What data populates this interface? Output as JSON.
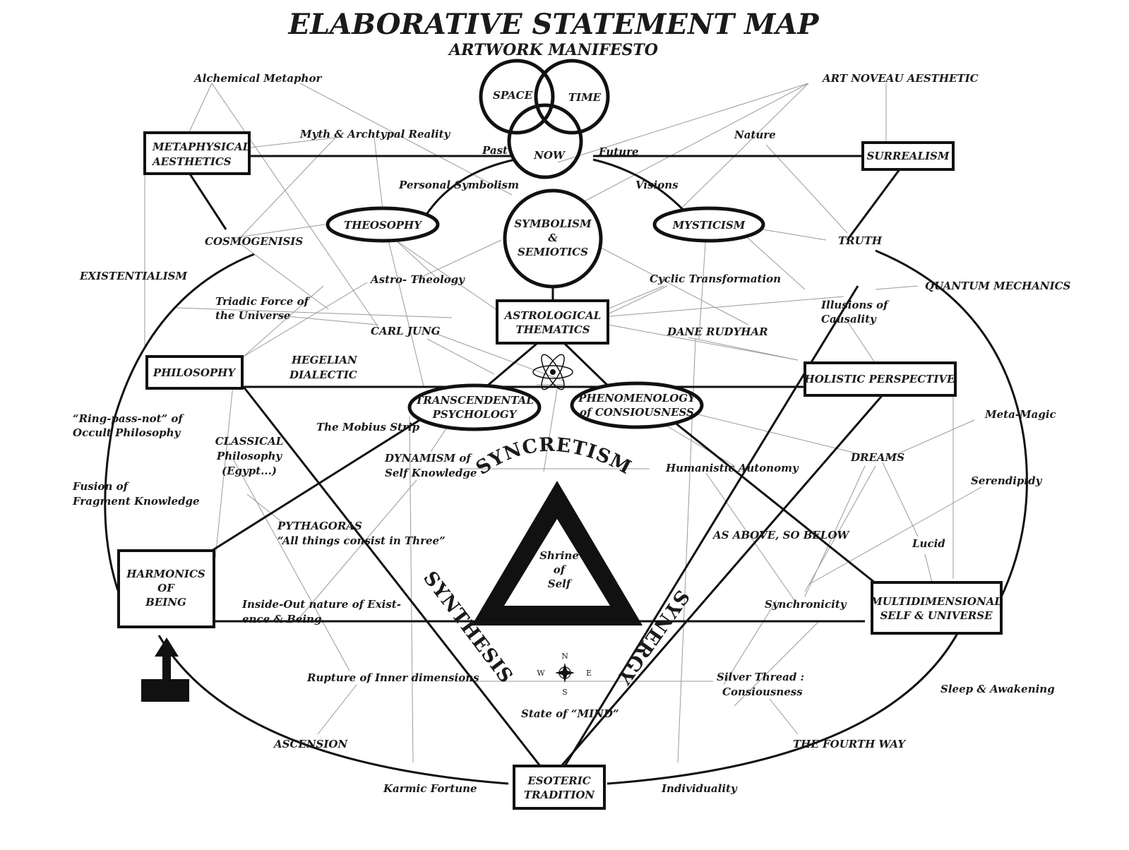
{
  "title": "ELABORATIVE STATEMENT MAP",
  "subtitle": "ARTWORK MANIFESTO",
  "venn": {
    "space": "SPACE",
    "time": "TIME",
    "now": "NOW"
  },
  "time_labels": {
    "past": "Past",
    "future": "Future",
    "personal_symbolism": "Personal Symbolism",
    "visions": "Visions"
  },
  "boxes": {
    "metaphysical": [
      "METAPHYSICAL",
      "AESTHETICS"
    ],
    "surrealism": "SURREALISM",
    "astrological": [
      "ASTROLOGICAL",
      "THEMATICS"
    ],
    "philosophy": "PHILOSOPHY",
    "holistic": "HOLISTIC PERSPECTIVE",
    "harmonics": [
      "HARMONICS",
      "OF",
      "BEING"
    ],
    "multidimensional": [
      "MULTIDIMENSIONAL",
      "SELF & UNIVERSE"
    ],
    "esoteric": [
      "ESOTERIC",
      "TRADITION"
    ]
  },
  "ellipses": {
    "theosophy": "THEOSOPHY",
    "mysticism": "MYSTICISM",
    "transcendental": [
      "TRANSCENDENTAL",
      "PSYCHOLOGY"
    ],
    "phenomenology": [
      "PHENOMENOLOGY",
      "of  CONSIOUSNESS"
    ]
  },
  "symbolism_circle": [
    "SYMBOLISM",
    "&",
    "SEMIOTICS"
  ],
  "triangle": {
    "inner": [
      "Shrine",
      "of",
      "Self"
    ]
  },
  "arc_words": {
    "syncretism": "SYNCRETISM",
    "synthesis": "SYNTHESIS",
    "synergy": "SYNERGY"
  },
  "compass": {
    "n": "N",
    "s": "S",
    "e": "E",
    "w": "W"
  },
  "labels": {
    "alchemical": "Alchemical Metaphor",
    "myth": "Myth & Archtypal Reality",
    "art_noveau": "ART NOVEAU AESTHETIC",
    "nature": "Nature",
    "cosmogenisis": "COSMOGENISIS",
    "existentialism": "EXISTENTIALISM",
    "truth": "TRUTH",
    "quantum": "QUANTUM MECHANICS",
    "astro_theology": "Astro- Theology",
    "cyclic": "Cyclic Transformation",
    "triadic": [
      "Triadic Force of",
      "the Universe"
    ],
    "illusions": [
      "Illusions of",
      "Causality"
    ],
    "carl_jung": "CARL JUNG",
    "dane_rudyhar": "DANE RUDYHAR",
    "hegelian": [
      "HEGELIAN",
      "DIALECTIC"
    ],
    "ring_pass": [
      "“Ring-pass-not” of",
      "Occult Philosophy"
    ],
    "mobius": "The Mobius Strip",
    "classical": [
      "CLASSICAL",
      "Philosophy",
      "(Egypt...)"
    ],
    "dynamism": [
      "DYNAMISM of",
      "Self Knowledge"
    ],
    "humanistic": "Humanistic Autonomy",
    "dreams": "DREAMS",
    "meta_magic": "Meta-Magic",
    "fusion": [
      "Fusion of",
      "Fragment Knowledge"
    ],
    "serendipidy": "Serendipidy",
    "pythagoras": [
      "PYTHAGORAS",
      "“All things consist in Three”"
    ],
    "as_above": "AS ABOVE, SO BELOW",
    "lucid": "Lucid",
    "inside_out": [
      "Inside-Out nature of Exist-",
      "ence & Being"
    ],
    "synchronicity": "Synchronicity",
    "rupture": "Rupture of Inner dimensions",
    "silver_thread": [
      "Silver Thread  :",
      "Consiousness"
    ],
    "sleep": "Sleep & Awakening",
    "state_mind": "State of “MIND”",
    "ascension": "ASCENSION",
    "fourth_way": "THE FOURTH WAY",
    "karmic": "Karmic Fortune",
    "individuality": "Individuality"
  },
  "colors": {
    "ink": "#111111",
    "connector": "#9a9a9a",
    "background": "#ffffff"
  }
}
